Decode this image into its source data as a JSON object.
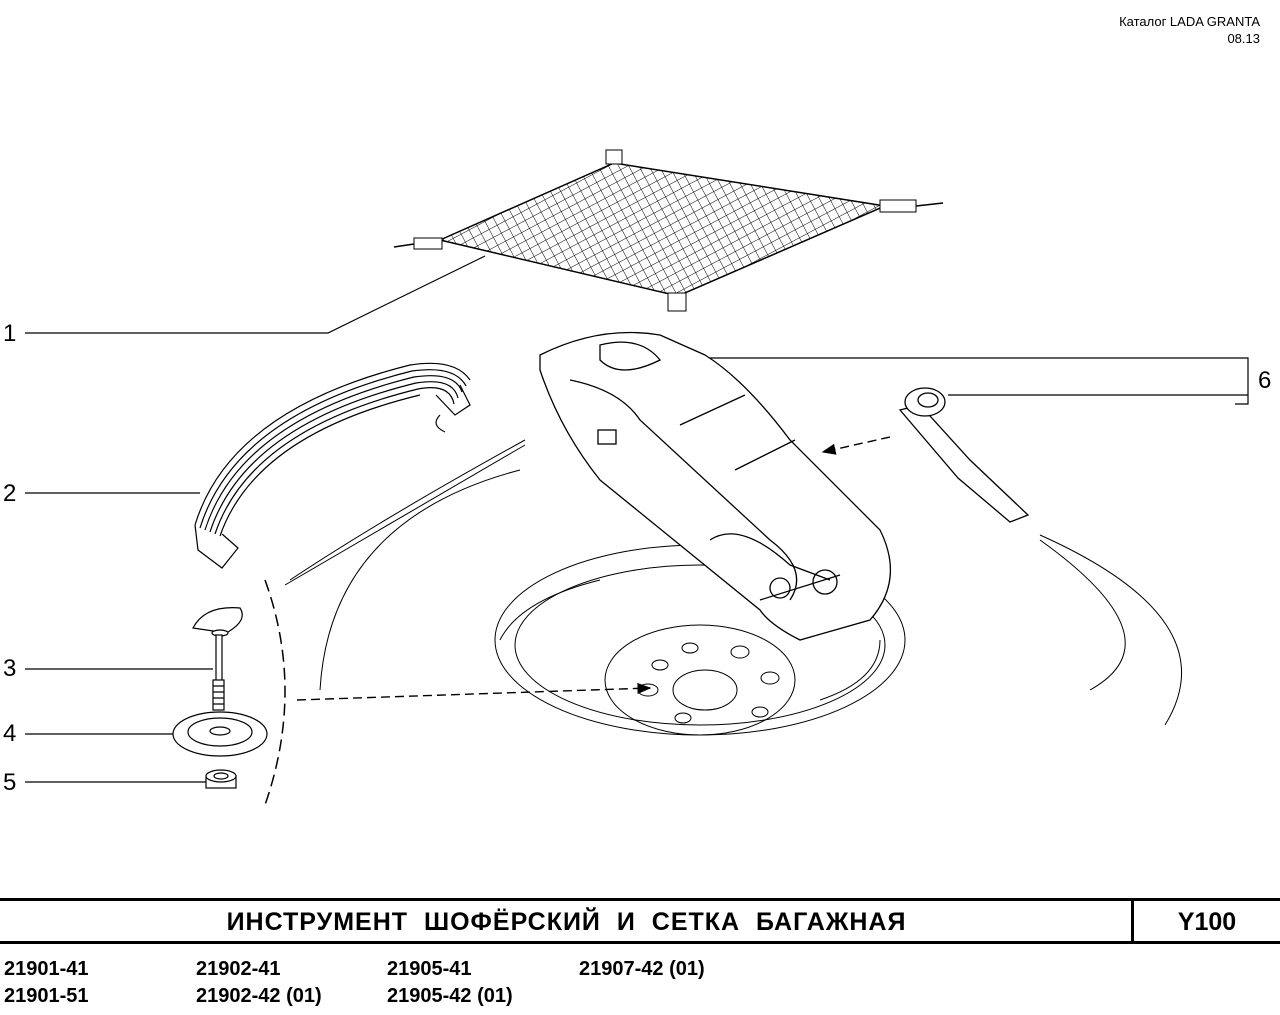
{
  "header": {
    "catalog": "Каталог  LADA  GRANTA",
    "date": "08.13"
  },
  "callouts": [
    "1",
    "2",
    "3",
    "4",
    "5",
    "6"
  ],
  "title": {
    "text": "ИНСТРУМЕНТ  ШОФЁРСКИЙ  И  СЕТКА  БАГАЖНАЯ",
    "code": "Y100"
  },
  "models": {
    "col1": [
      "21901-41",
      "21901-51"
    ],
    "col2": [
      "21902-41",
      "21902-42 (01)"
    ],
    "col3": [
      "21905-41",
      "21905-42 (01)"
    ],
    "col4": [
      "21907-42 (01)"
    ]
  }
}
